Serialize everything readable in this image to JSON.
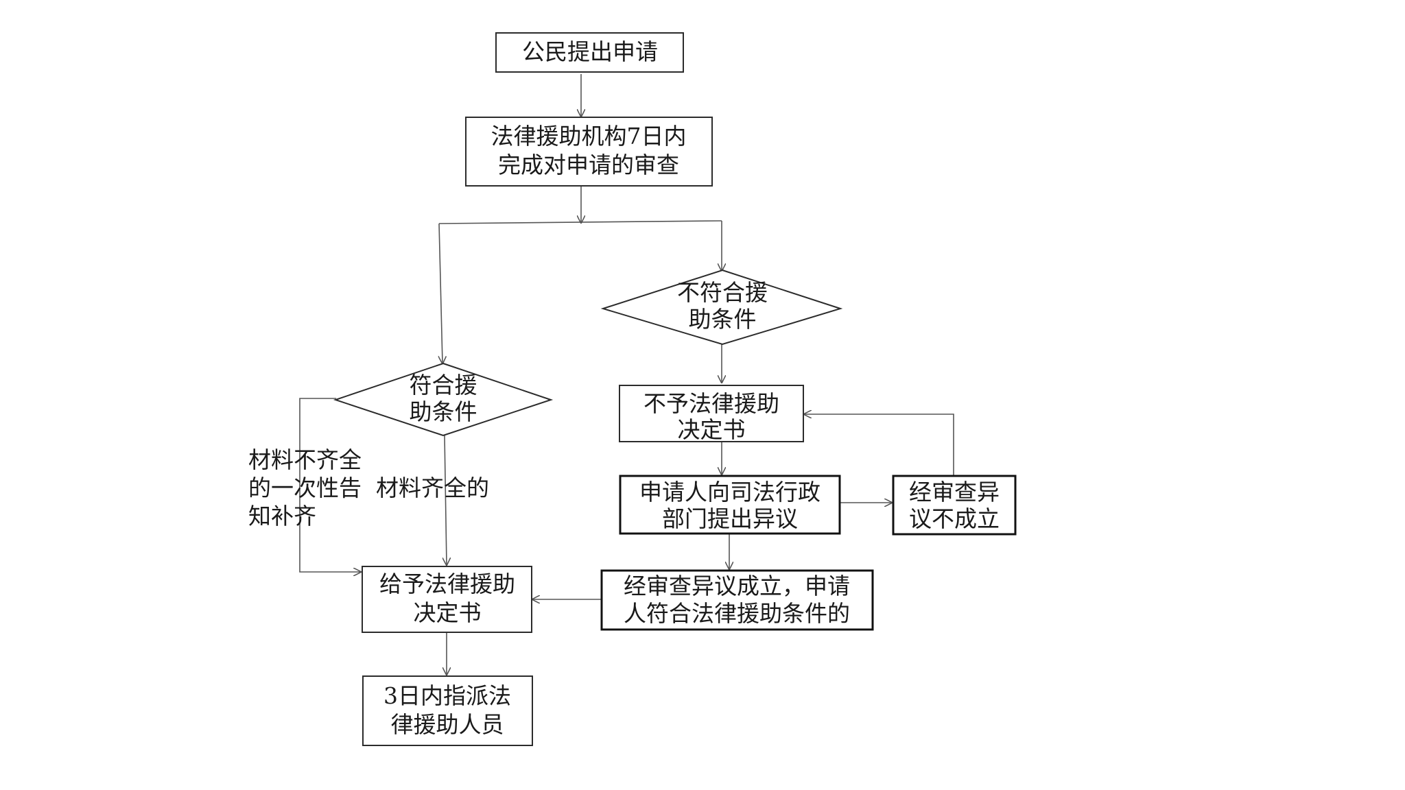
{
  "diagram": {
    "nodes": {
      "apply": {
        "lines": [
          "公民提出申请"
        ]
      },
      "review": {
        "lines": [
          "法律援助机构7日内",
          "完成对申请的审查"
        ]
      },
      "not_eligible": {
        "lines": [
          "不符合援",
          "助条件"
        ]
      },
      "eligible": {
        "lines": [
          "符合援",
          "助条件"
        ]
      },
      "deny_decision": {
        "lines": [
          "不予法律援助",
          "决定书"
        ]
      },
      "objection": {
        "lines": [
          "申请人向司法行政",
          "部门提出异议"
        ]
      },
      "objection_rejected": {
        "lines": [
          "经审查异",
          "议不成立"
        ]
      },
      "objection_upheld": {
        "lines": [
          "经审查异议成立，申请",
          "人符合法律援助条件的"
        ]
      },
      "grant_decision": {
        "lines": [
          "给予法律援助",
          "决定书"
        ]
      },
      "assign": {
        "lines": [
          "3日内指派法",
          "律援助人员"
        ]
      }
    },
    "labels": {
      "incomplete": {
        "lines": [
          "材料不齐全",
          "的一次性告",
          "知补齐"
        ]
      },
      "complete": {
        "lines": [
          "材料齐全的"
        ]
      }
    }
  }
}
